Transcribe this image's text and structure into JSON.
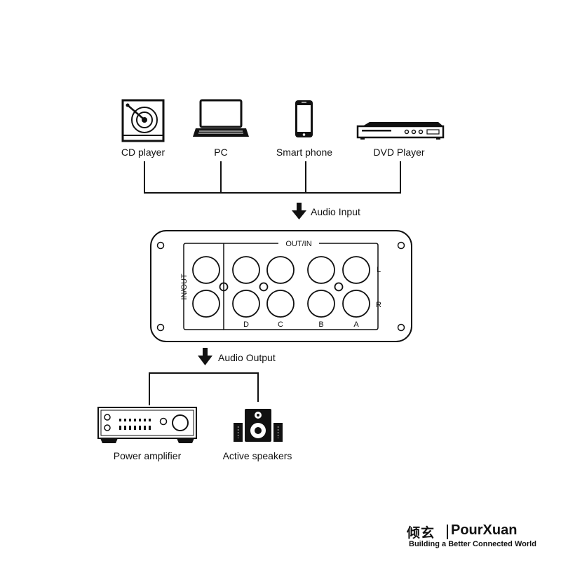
{
  "sources": {
    "cd_player": "CD player",
    "pc": "PC",
    "smart_phone": "Smart phone",
    "dvd_player": "DVD Player"
  },
  "audio_input_label": "Audio Input",
  "audio_output_label": "Audio Output",
  "switch_panel": {
    "top_label": "OUT/IN",
    "side_label": "IN/OUT",
    "channel_letters": [
      "D",
      "C",
      "B",
      "A"
    ],
    "row_labels": [
      "L",
      "R"
    ]
  },
  "outputs": {
    "power_amplifier": "Power amplifier",
    "active_speakers": "Active speakers"
  },
  "brand": {
    "chinese_name": "倾玄",
    "english_name": "PourXuan",
    "tagline": "Building a Better Connected World"
  },
  "icons": [
    "cd-player-icon",
    "laptop-icon",
    "smartphone-icon",
    "dvd-player-icon",
    "arrow-down-icon",
    "amplifier-icon",
    "speaker-icon"
  ]
}
